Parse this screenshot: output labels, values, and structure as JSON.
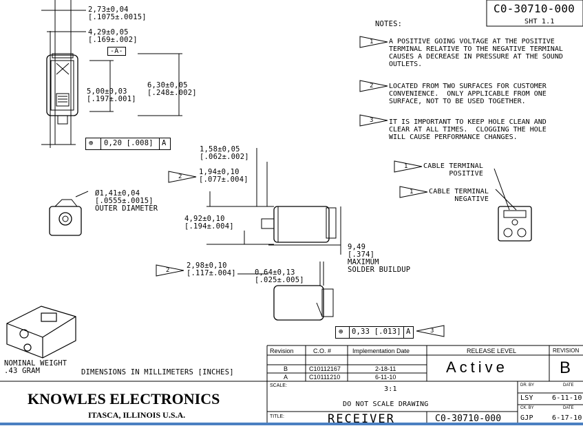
{
  "drawing_number": "C0-30710-000",
  "sheet": "SHT 1.1",
  "notes_heading": "NOTES:",
  "notes": [
    {
      "num": "1",
      "text": "A POSITIVE GOING VOLTAGE AT THE POSITIVE\nTERMINAL RELATIVE TO THE NEGATIVE TERMINAL\nCAUSES A DECREASE IN PRESSURE AT THE SOUND\nOUTLETS."
    },
    {
      "num": "2",
      "text": "LOCATED FROM TWO SURFACES FOR CUSTOMER\nCONVENIENCE.  ONLY APPLICABLE FROM ONE\nSURFACE, NOT TO BE USED TOGETHER."
    },
    {
      "num": "3",
      "text": "IT IS IMPORTANT TO KEEP HOLE CLEAN AND\nCLEAR AT ALL TIMES.  CLOGGING THE HOLE\nWILL CAUSE PERFORMANCE CHANGES."
    }
  ],
  "cable_pos": {
    "num": "1",
    "text": "CABLE TERMINAL\n      POSITIVE"
  },
  "cable_neg": {
    "num": "1",
    "text": "CABLE TERMINAL\n      NEGATIVE"
  },
  "dims": {
    "d1": "2,73±0,04\n[.1075±.0015]",
    "d2": "4,29±0,05\n[.169±.002]",
    "datum_a": "-A-",
    "d3": "5,00±0,03\n[.197±.001]",
    "d4": "6,30±0,05\n[.248±.002]",
    "tol1_sym": "⊕",
    "tol1_val": "0,20 [.008]",
    "tol1_ref": "A",
    "d5": "1,58±0,05\n[.062±.002]",
    "d6_num": "2",
    "d6": "1,94±0,10\n[.077±.004]",
    "d7": "Ø1,41±0,04\n[.0555±.0015]\nOUTER DIAMETER",
    "d8": "4,92±0,10\n[.194±.004]",
    "d9": "9,49\n[.374]\nMAXIMUM\nSOLDER BUILDUP",
    "d10_num": "2",
    "d10": "2,98±0,10\n[.117±.004]",
    "d11": "0,64±0,13\n[.025±.005]",
    "tol2_sym": "⊕",
    "tol2_val": "0,33 [.013]",
    "tol2_ref": "A",
    "tol2_num": "3"
  },
  "weight": "NOMINAL WEIGHT\n.43 GRAM",
  "units_note": "DIMENSIONS IN MILLIMETERS [INCHES]",
  "revisions": {
    "headers": [
      "Revision",
      "C.O. #",
      "Implementation Date"
    ],
    "rows": [
      [
        "B",
        "C10112167",
        "2-18-11"
      ],
      [
        "A",
        "C10111210",
        "6-11-10"
      ]
    ]
  },
  "release_level_label": "RELEASE LEVEL",
  "release_level": "Active",
  "revision_label": "REVISION",
  "revision": "B",
  "scale_label": "SCALE:",
  "scale": "3:1",
  "do_not_scale": "DO NOT SCALE DRAWING",
  "title_label": "TITLE:",
  "title": "RECEIVER",
  "title_number": "C0-30710-000",
  "signoffs": {
    "dr_label": "DR. BY",
    "date_label": "DATE",
    "dr": "LSY",
    "dr_date": "6-11-10",
    "ck_label": "CK. BY",
    "ck_date_label": "DATE",
    "ck": "GJP",
    "ck_date": "6-17-10"
  },
  "company": "KNOWLES ELECTRONICS",
  "location": "ITASCA, ILLINOIS U.S.A."
}
